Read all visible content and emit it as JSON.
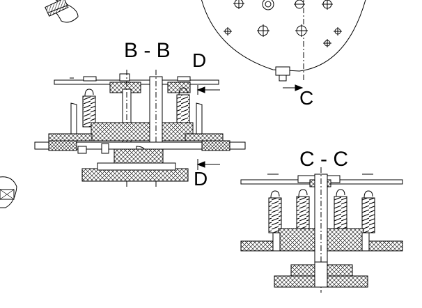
{
  "labels": {
    "section_bb": "B - B",
    "section_cc": "C - C",
    "marker_d_top": "D",
    "marker_d_bottom": "D",
    "marker_c": "C"
  },
  "colors": {
    "line": "#000000",
    "hatch": "#000000",
    "background": "#ffffff"
  }
}
